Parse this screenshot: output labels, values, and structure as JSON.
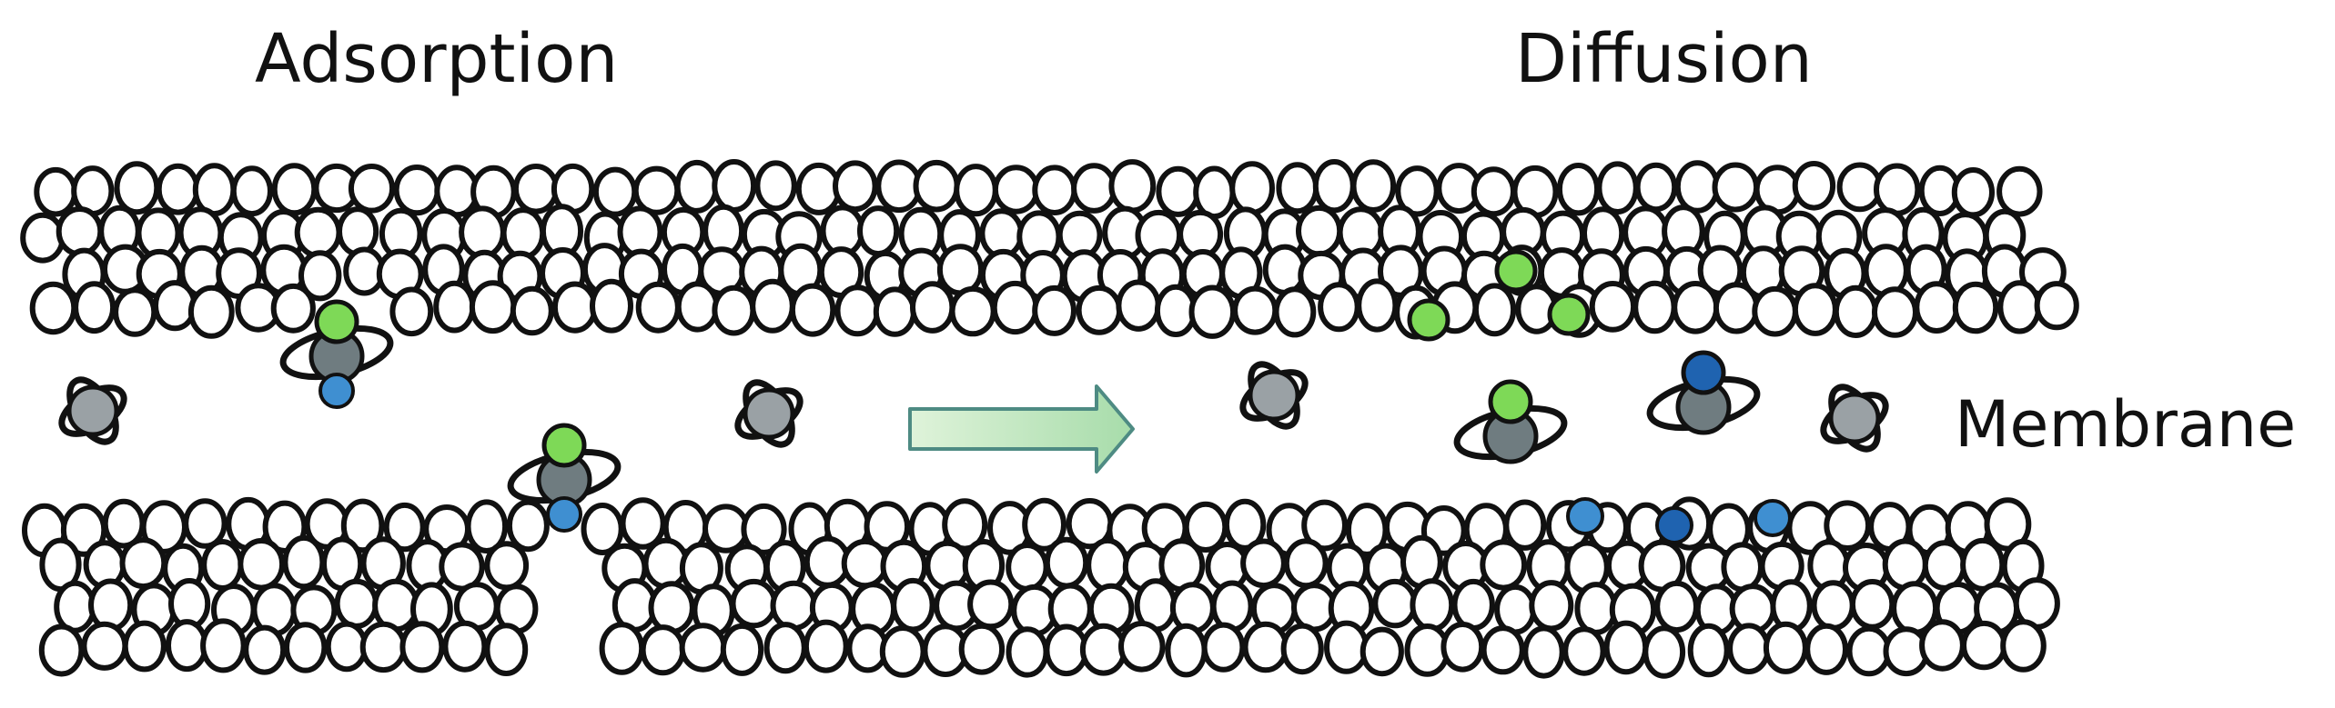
{
  "titles": {
    "adsorption": "Adsorption",
    "diffusion": "Diffusion"
  },
  "labels": {
    "membrane": "Membrane"
  },
  "colors": {
    "outline": "#111111",
    "bead_fill": "#ffffff",
    "molecule_core": "#9aa1a5",
    "molecule_core_dark": "#6f7c80",
    "green_atom": "#7ed957",
    "blue_atom": "#3f8fd1",
    "dark_blue_atom": "#1f63b0",
    "arrow_fill_start": "#dff3da",
    "arrow_fill_end": "#a7dcaa",
    "arrow_stroke": "#4e8b83"
  },
  "icons": {
    "arrow": "right-arrow-icon",
    "molecule": "molecule-icon"
  }
}
